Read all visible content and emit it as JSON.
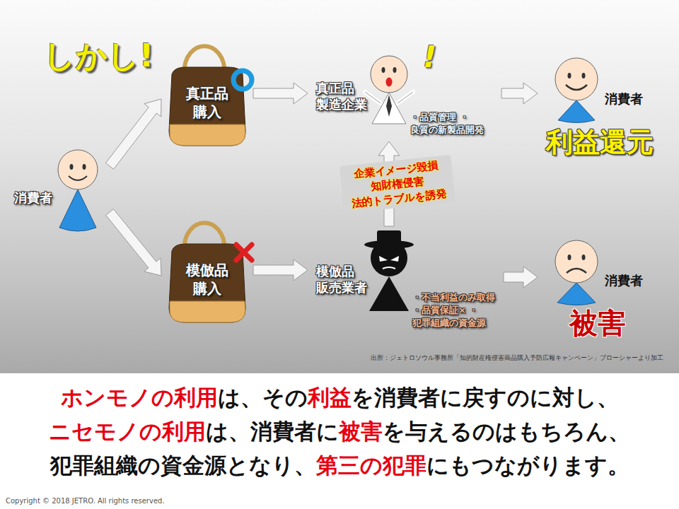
{
  "diagram": {
    "caption": "ホンモノの利用は、その利益を消費者に戻すのに対し、ニセモノの利用は、消費者に被害を与えるのはもちろん、犯罪組織の資金源となり、第三の犯罪にもつながります。",
    "nodes": [
      {
        "text": [
          "消費者"
        ]
      },
      {
        "text": [
          "真正品 購入"
        ]
      },
      {
        "text": [
          "真正品 製造企業",
          "・品質管理 ・良質の新製品開発"
        ]
      },
      {
        "text": [
          "消費者",
          "利益還元"
        ]
      },
      {
        "text": [
          "模倣品 購入"
        ]
      },
      {
        "text": [
          "模倣品 販売業者",
          "・不当利益のみ取得 ・品質保証× ・犯罪組織の資金源"
        ]
      },
      {
        "text": [
          "消費者",
          "被害"
        ]
      }
    ],
    "edges": [
      {
        "from": 0,
        "to": 1,
        "arrow": "to"
      },
      {
        "from": 0,
        "to": 4,
        "arrow": "to"
      },
      {
        "from": 1,
        "to": 2,
        "arrow": "to"
      },
      {
        "from": 2,
        "to": 3,
        "arrow": "to"
      },
      {
        "from": 4,
        "to": 5,
        "arrow": "to"
      },
      {
        "from": 5,
        "to": 6,
        "arrow": "to"
      },
      {
        "from": 5,
        "to": 2,
        "label": "企業イメージ毀損 知財権侵害 法的トラブルを誘発",
        "arrow": "to"
      }
    ],
    "labels": [
      "しかし!",
      "!",
      "出所：ジェトロソウル事務所「知的財産権侵害商品購入予防広報キャンペーン」ブローシャーより加工",
      "Copyright © 2018 JETRO. All rights reserved."
    ]
  }
}
